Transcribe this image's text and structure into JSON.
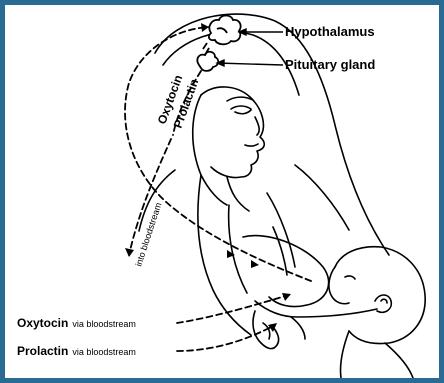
{
  "labels": {
    "hypothalamus": "Hypothalamus",
    "pituitary": "Pituitary gland",
    "oxytocin_head": "Oxytocin",
    "prolactin_head": "Prolactin",
    "into_bloodstream": "into bloodstream",
    "oxytocin_bottom": "Oxytocin",
    "oxytocin_bottom_suffix": "via bloodstream",
    "prolactin_bottom": "Prolactin",
    "prolactin_bottom_suffix": "via bloodstream"
  },
  "colors": {
    "frame": "#2a6b94",
    "ink": "#000000",
    "paper": "#ffffff"
  }
}
